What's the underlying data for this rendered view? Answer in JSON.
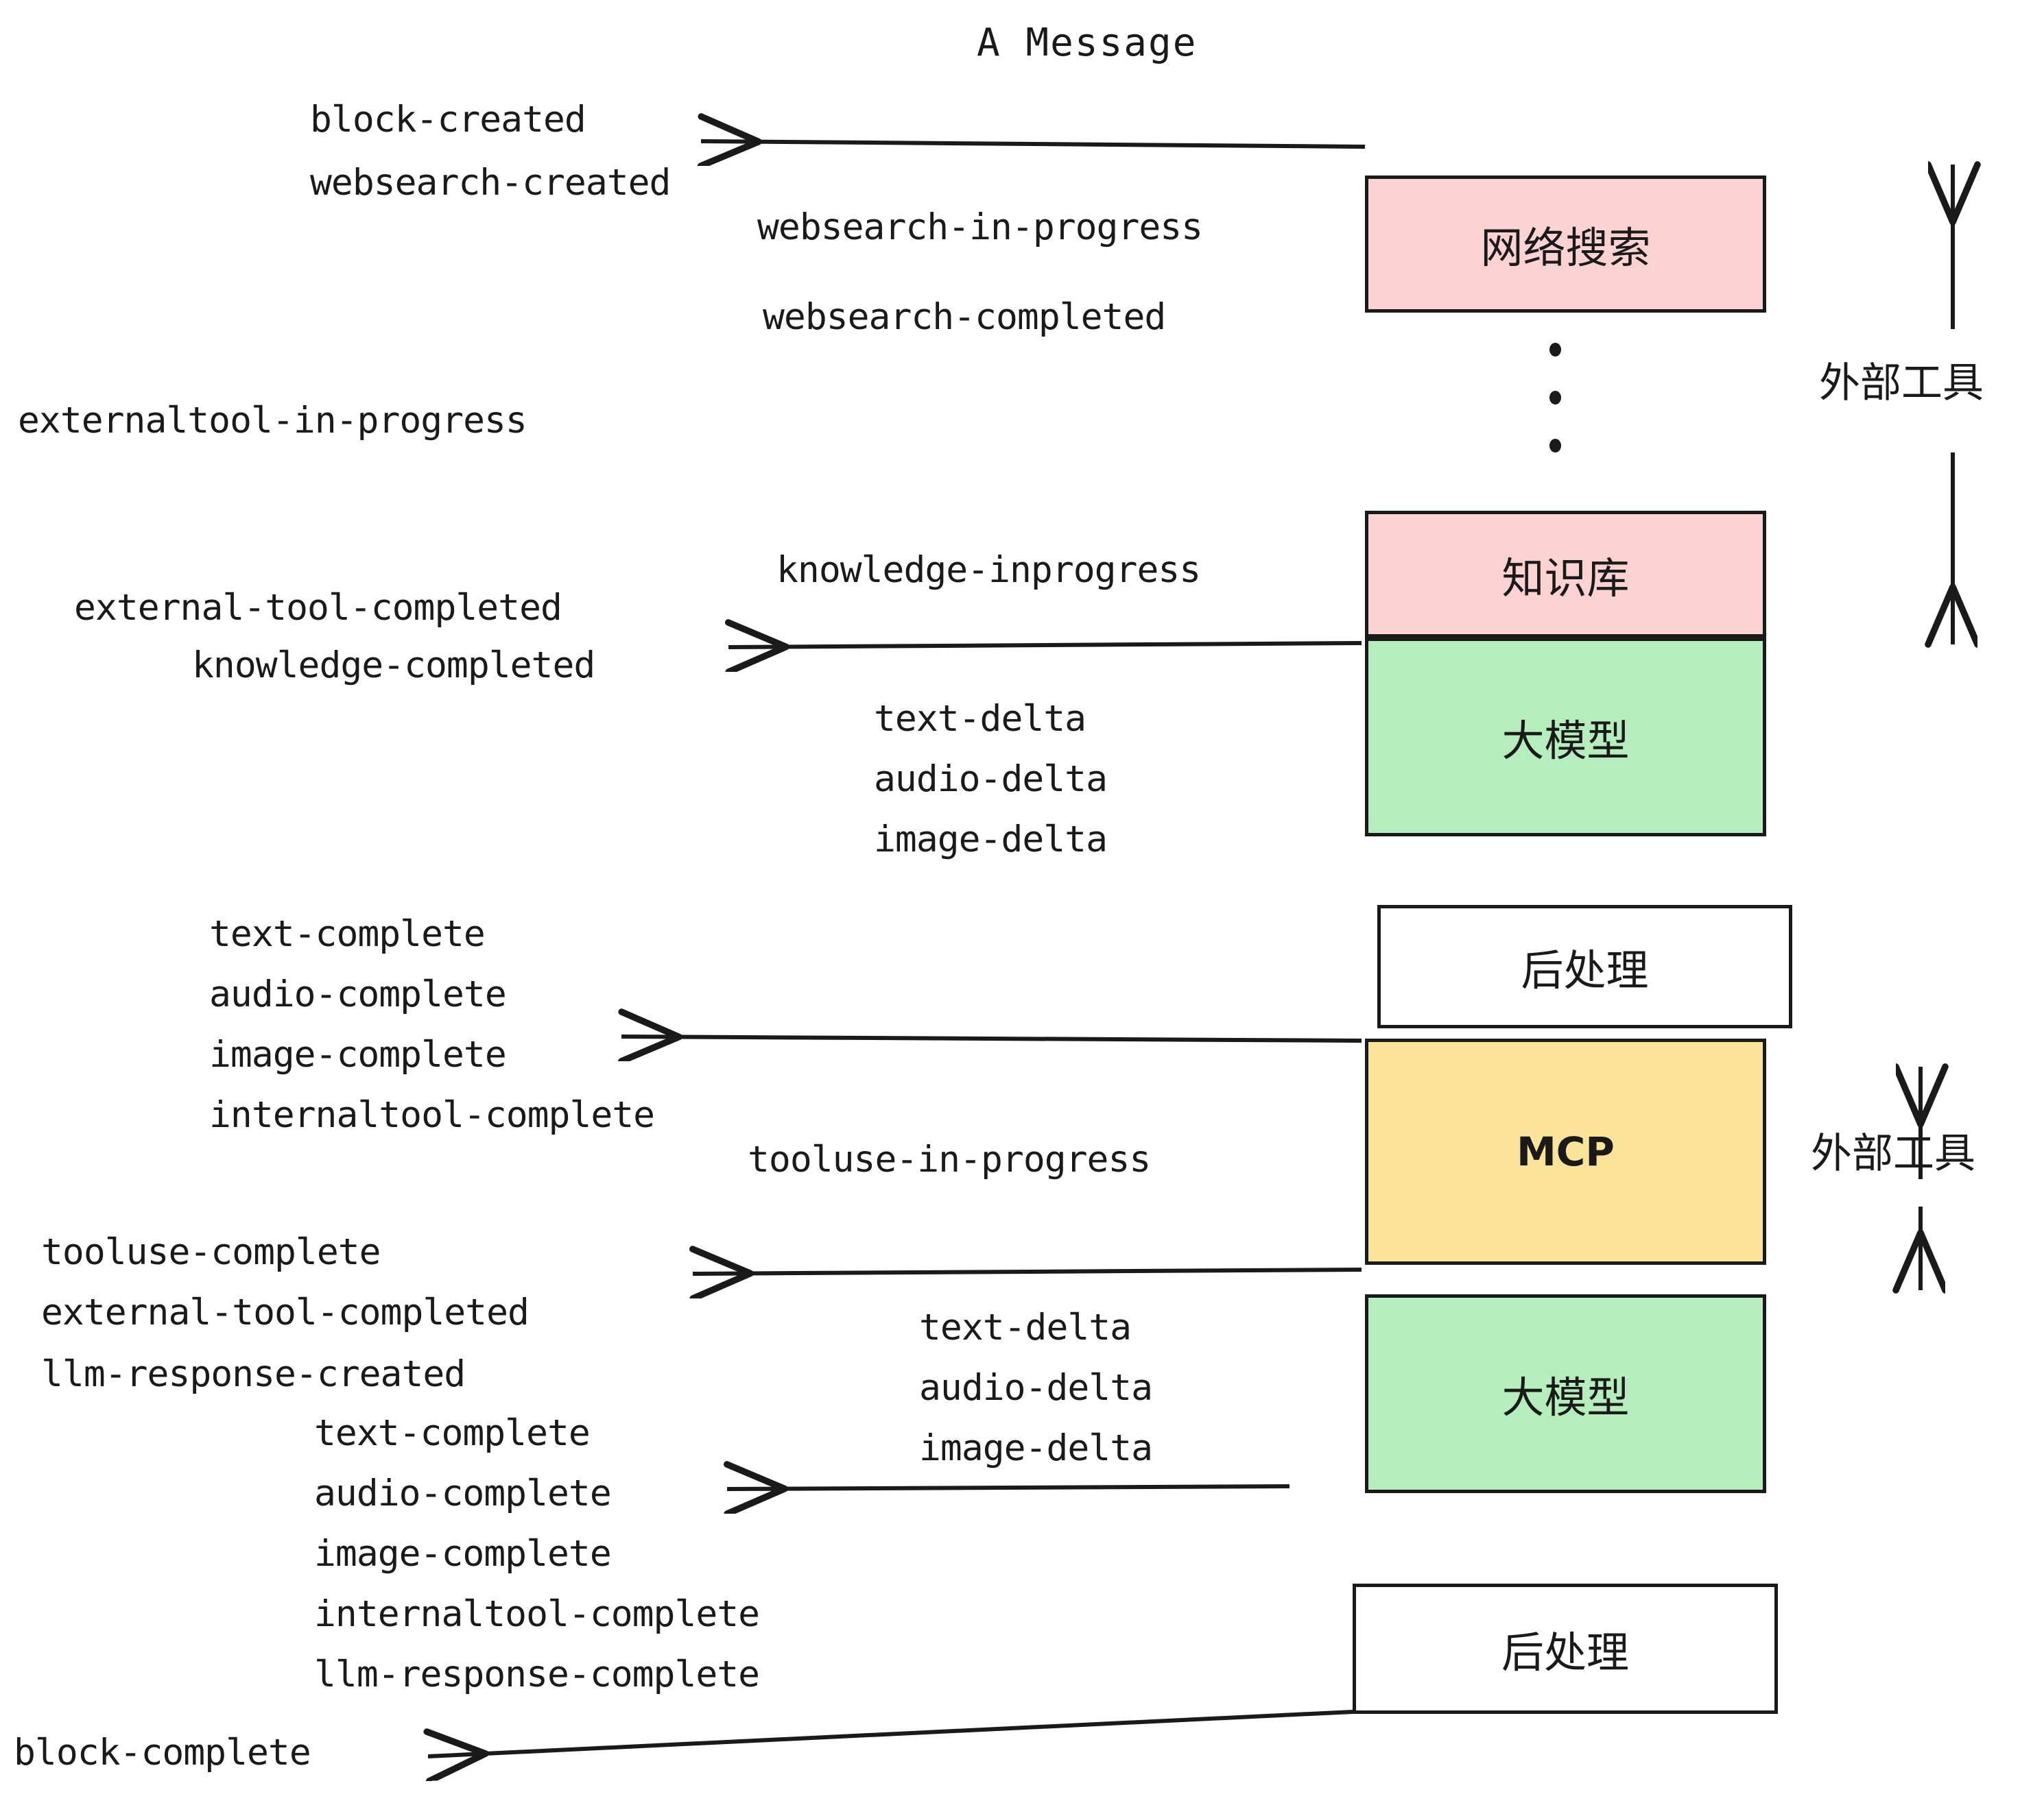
{
  "title": "A Message",
  "colors": {
    "pink": "#fad2d2",
    "green": "#b6edbd",
    "yellow": "#fbe49a",
    "white": "#ffffff",
    "stroke": "#1a1a1a"
  },
  "boxes": [
    {
      "id": "websearch",
      "label": "网络搜索",
      "fill": "pink"
    },
    {
      "id": "knowledge",
      "label": "知识库",
      "fill": "pink"
    },
    {
      "id": "llm-1",
      "label": "大模型",
      "fill": "green"
    },
    {
      "id": "postprocess-1",
      "label": "后处理",
      "fill": "white"
    },
    {
      "id": "mcp",
      "label": "MCP",
      "fill": "yellow"
    },
    {
      "id": "llm-2",
      "label": "大模型",
      "fill": "green"
    },
    {
      "id": "postprocess-2",
      "label": "后处理",
      "fill": "white"
    }
  ],
  "side_annotations": [
    {
      "id": "external-tools-top",
      "label": "外部工具"
    },
    {
      "id": "external-tools-bottom",
      "label": "外部工具"
    }
  ],
  "events": {
    "block_created": "block-created",
    "websearch_created": "websearch-created",
    "websearch_in_progress": "websearch-in-progress",
    "websearch_completed": "websearch-completed",
    "externaltool_in_progress": "externaltool-in-progress",
    "knowledge_inprogress": "knowledge-inprogress",
    "external_tool_completed_1": "external-tool-completed",
    "knowledge_completed": "knowledge-completed",
    "text_delta_1": "text-delta",
    "audio_delta_1": "audio-delta",
    "image_delta_1": "image-delta",
    "text_complete_1": "text-complete",
    "audio_complete_1": "audio-complete",
    "image_complete_1": "image-complete",
    "internaltool_complete_1": "internaltool-complete",
    "tooluse_in_progress": "tooluse-in-progress",
    "tooluse_complete": "tooluse-complete",
    "external_tool_completed_2": "external-tool-completed",
    "llm_response_created": "llm-response-created",
    "text_delta_2": "text-delta",
    "audio_delta_2": "audio-delta",
    "image_delta_2": "image-delta",
    "text_complete_2": "text-complete",
    "audio_complete_2": "audio-complete",
    "image_complete_2": "image-complete",
    "internaltool_complete_2": "internaltool-complete",
    "llm_response_complete": "llm-response-complete",
    "block_complete": "block-complete"
  }
}
